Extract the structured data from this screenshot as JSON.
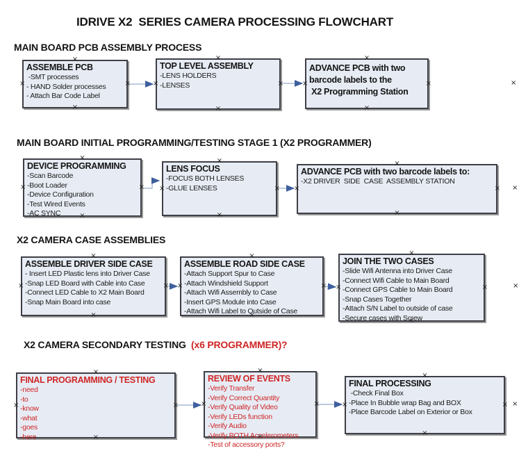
{
  "title": "IDRIVE X2  SERIES CAMERA PROCESSING FLOWCHART",
  "colors": {
    "box_fill": "#e7ecf4",
    "box_border": "#3e3e46",
    "box_shadow": "#999999",
    "red_text": "#cf2626",
    "arrow_line": "#a6b9d6",
    "arrow_head": "#3f5f9e"
  },
  "glyphs": {
    "connection_handle": "×"
  },
  "sections": [
    {
      "heading": "MAIN BOARD PCB ASSEMBLY PROCESS",
      "boxes": [
        {
          "title": "ASSEMBLE PCB",
          "items": [
            " -SMT processes",
            "- HAND Solder processes",
            "- Attach Bar Code Label"
          ]
        },
        {
          "title": "TOP LEVEL ASSEMBLY",
          "items": [
            "-LENS HOLDERS",
            "-LENSES"
          ]
        },
        {
          "title": "",
          "items": [
            "ADVANCE PCB with two",
            "barcode labels to the",
            " X2 Programming Station"
          ]
        }
      ]
    },
    {
      "heading": "MAIN BOARD INITIAL PROGRAMMING/TESTING STAGE 1 (X2 PROGRAMMER)",
      "boxes": [
        {
          "title": "DEVICE PROGRAMMING",
          "items": [
            "-Scan Barcode",
            "-Boot Loader",
            "-Device Configuration",
            "-Test Wired Events",
            "-AC SYNC"
          ]
        },
        {
          "title": "LENS FOCUS",
          "items": [
            "-FOCUS BOTH LENSES",
            "-GLUE LENSES"
          ]
        },
        {
          "title": "ADVANCE PCB with two barcode labels to:",
          "items": [
            "-X2 DRIVER  SIDE  CASE  ASSEMBLY STATION"
          ]
        }
      ]
    },
    {
      "heading": "X2 CAMERA CASE ASSEMBLIES",
      "boxes": [
        {
          "title": "ASSEMBLE DRIVER SIDE CASE",
          "items": [
            "- Insert LED Plastic lens into Driver Case",
            "-Snap LED Board with Cable into Case",
            "-Connect LED Cable to X2 Main Board",
            "-Snap Main Board into case"
          ]
        },
        {
          "title": "ASSEMBLE ROAD SIDE CASE",
          "items": [
            "-Attach Support Spur to Case",
            "-Attach Windshield Support",
            "-Attach Wifi Assembly to Case",
            "-Insert GPS Module into Case",
            "-Attach Wifi Label to Outside of Case"
          ]
        },
        {
          "title": "JOIN THE TWO CASES",
          "items": [
            "-Slide Wifi Antenna into Driver Case",
            "-Connect Wifi Cable to Main Board",
            "-Connect GPS Cable to Main Board",
            "-Snap Cases Together",
            "-Attach S/N Label to outside of case",
            "-Secure cases with Screw"
          ]
        }
      ]
    },
    {
      "heading": "X2 CAMERA SECONDARY TESTING",
      "heading_suffix": "  (x6 PROGRAMMER)?",
      "boxes": [
        {
          "title": "FINAL PROGRAMMING / TESTING",
          "items": [
            "-need",
            "-to",
            "-know",
            "-what",
            "-goes",
            "-here"
          ]
        },
        {
          "title": "REVIEW OF EVENTS",
          "items": [
            "-Verify Transfer",
            "-Verify Correct Quantity",
            "-Verify Quality of Video",
            "-Verify LEDs function",
            "-Verify Audio",
            "-Verify BOTH Accelerometers",
            "-Test of accessory ports?"
          ]
        },
        {
          "title": "FINAL PROCESSING",
          "items": [
            " -Check Final Box",
            "-Place In Bubble wrap Bag and BOX",
            "-Place Barcode Label on Exterior or Box"
          ]
        }
      ]
    }
  ]
}
